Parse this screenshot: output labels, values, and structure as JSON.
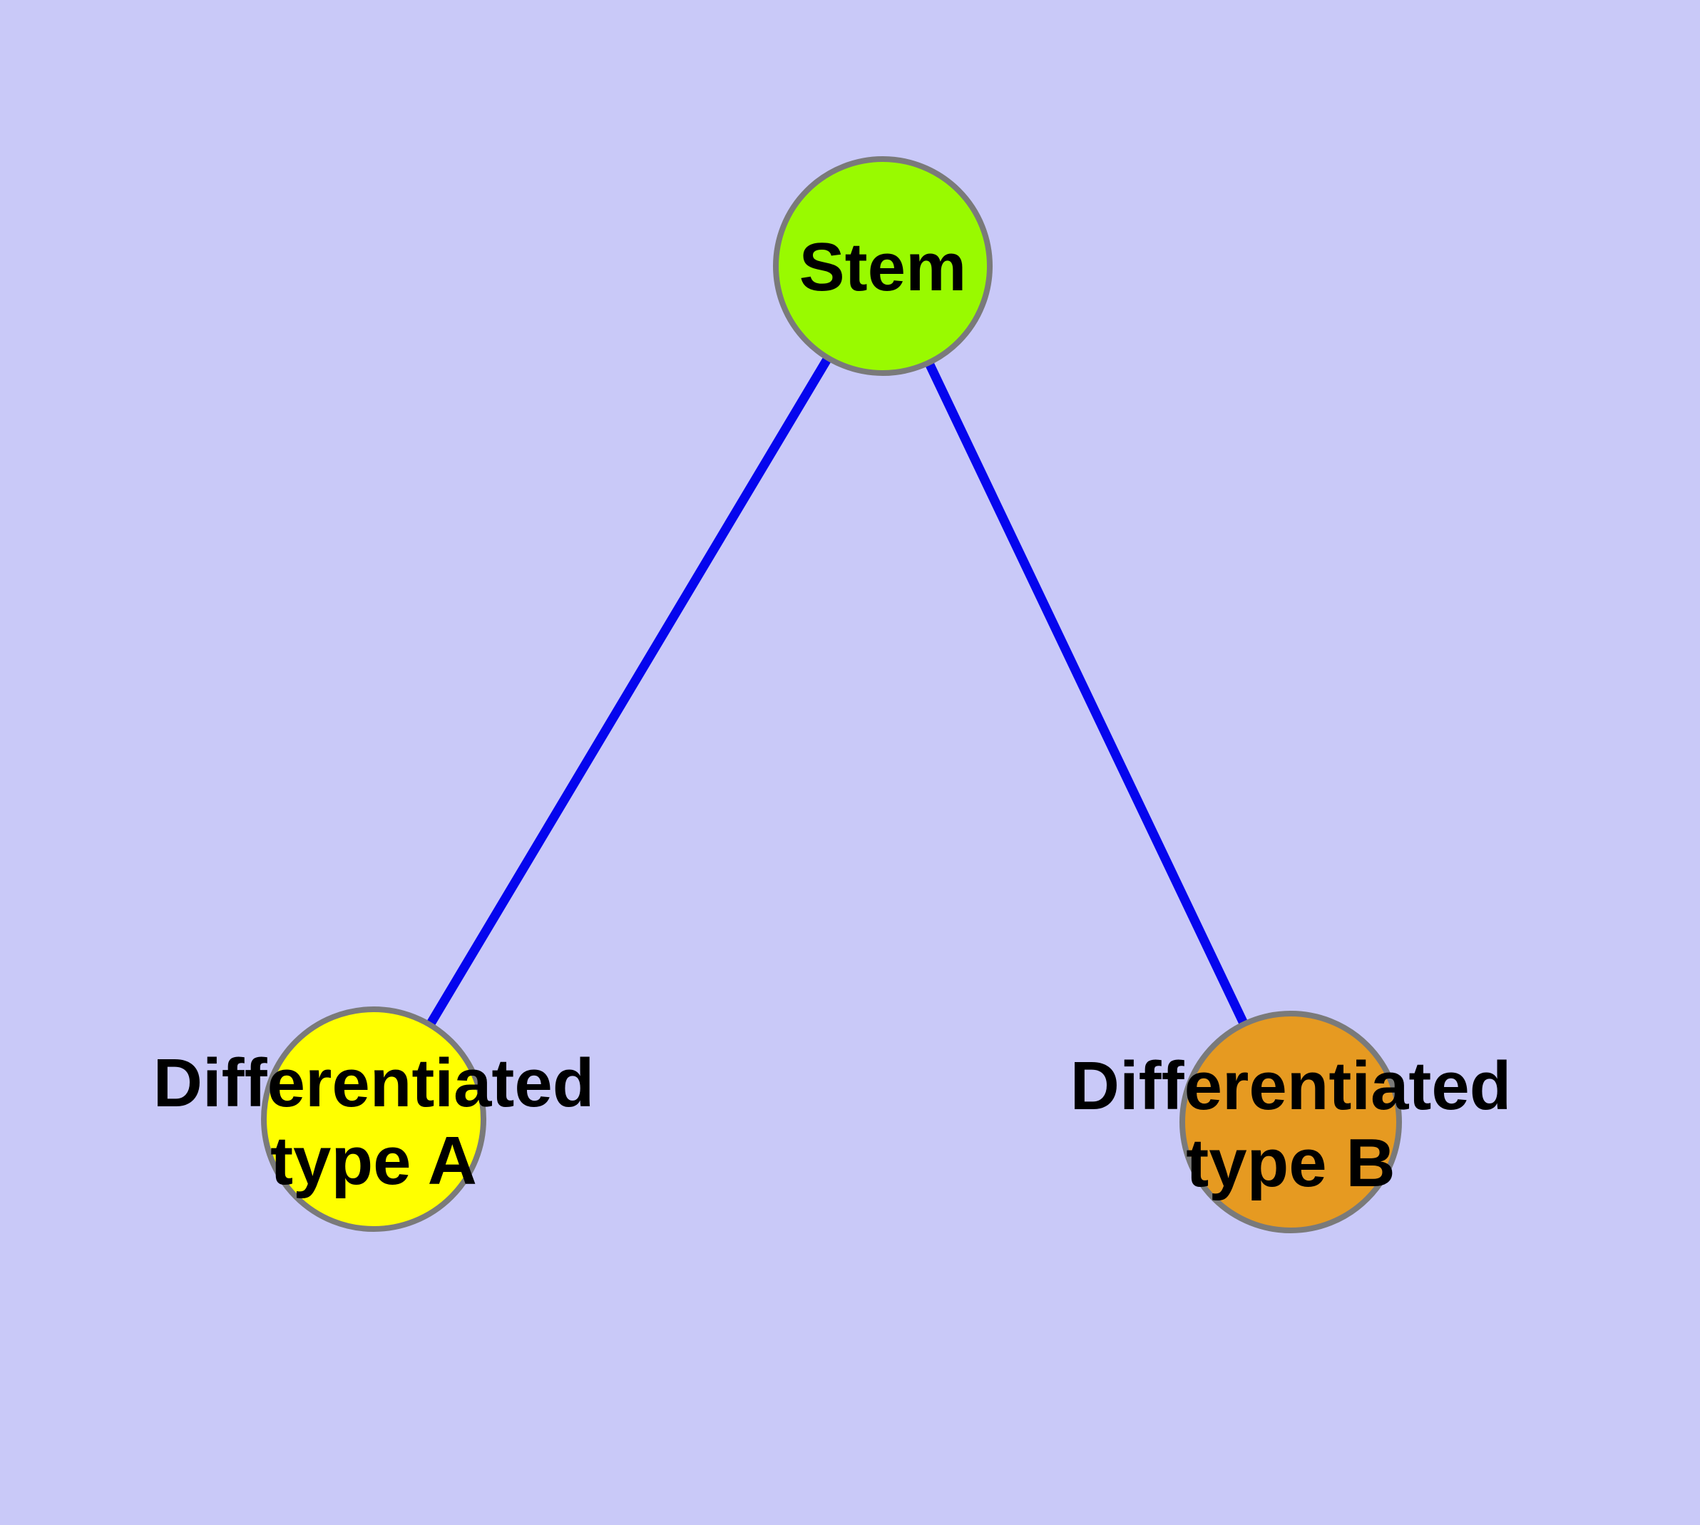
{
  "diagram": {
    "type": "graph",
    "title": "",
    "background_color": "#C9C9F8",
    "edge_color": "#0505EE",
    "node_border_color": "#7A7A7A",
    "label_color": "#000000",
    "nodes": [
      {
        "id": "stem",
        "label": "Stem",
        "fill": "#99FA00"
      },
      {
        "id": "differentiated-type-a",
        "label": "Differentiated type A",
        "label_line1": "Differentiated",
        "label_line2": "type A",
        "fill": "#FFFF00"
      },
      {
        "id": "differentiated-type-b",
        "label": "Differentiated type B",
        "label_line1": "Differentiated",
        "label_line2": "type B",
        "fill": "#E69A21"
      }
    ],
    "edges": [
      {
        "from": "stem",
        "to": "differentiated-type-a"
      },
      {
        "from": "stem",
        "to": "differentiated-type-b"
      }
    ]
  }
}
